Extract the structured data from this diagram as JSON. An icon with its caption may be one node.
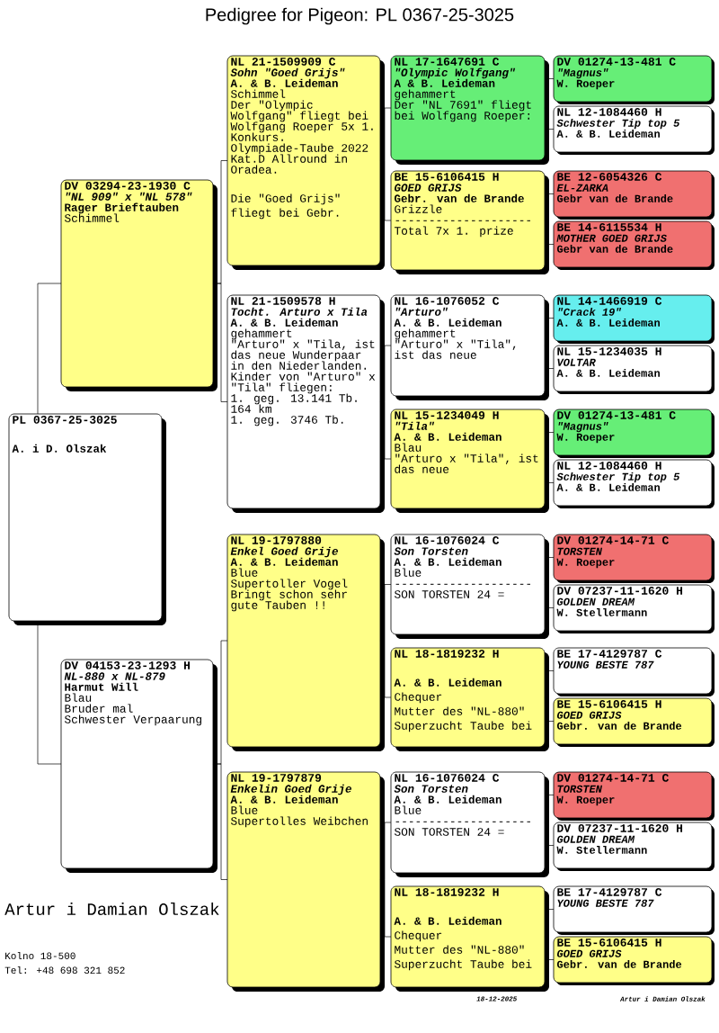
{
  "diagram": {
    "title": "Pedigree for Pigeon: PL 0367-25-3025",
    "nodes": [
      {
        "text": [
          "PL 0367-25-3025",
          "A. i D. Olszak"
        ]
      },
      {
        "text": [
          "DV 03294-23-1930 C",
          "\"NL 909\" x \"NL 578\"",
          "Rager Brieftauben",
          "Schimmel"
        ]
      },
      {
        "text": [
          "DV 04153-23-1293 H",
          "NL-880 x NL-879",
          "Harmut Will",
          "Blau",
          "Bruder mal",
          "Schwester Verpaarung"
        ]
      },
      {
        "text": [
          "NL 21-1509909 C",
          "Sohn \"Goed Grijs\"",
          "A. & B. Leideman",
          "Schimmel",
          "Der \"Olympic Wolfgang\" fliegt bei Wolfgang Roeper 5x 1. Konkurs. Olympiade-Taube 2022 Kat.D Allround in Oradea.",
          "Die \"Goed Grijs\" fliegt bei Gebr."
        ]
      },
      {
        "text": [
          "NL 21-1509578 H",
          "Tocht. Arturo x Tila",
          "A. & B. Leideman",
          "gehammert",
          "\"Arturo\" x \"Tila, ist das neue Wunderpaar in den Niederlanden.",
          "Kinder von \"Arturo\" x \"Tila\" fliegen:",
          "1. geg. 13.141 Tb. 164 km",
          "1. geg. 3746 Tb."
        ]
      },
      {
        "text": [
          "NL 19-1797880",
          "Enkel Goed Grije",
          "A. & B. Leideman",
          "Blue",
          "Supertoller Vogel",
          "Bringt schon sehr gute Tauben !!"
        ]
      },
      {
        "text": [
          "NL 19-1797879",
          "Enkelin Goed Grije",
          "A. & B. Leideman",
          "Blue",
          "Supertolles Weibchen"
        ]
      },
      {
        "text": [
          "NL 17-1647691 C",
          "\"Olympic Wolfgang\"",
          "A & B. Leideman",
          "gehammert",
          "Der \"NL 7691\" fliegt bei Wolfgang Roeper:"
        ]
      },
      {
        "text": [
          "BE 15-6106415 H",
          "GOED GRIJS",
          "Gebr. van de Brande",
          "Grizzle",
          "--------------------",
          "Total 7x 1. prize"
        ]
      },
      {
        "text": [
          "NL 16-1076052 C",
          "\"Arturo\"",
          "A. & B. Leideman",
          "gehammert",
          "\"Arturo\" x \"Tila\", ist das neue"
        ]
      },
      {
        "text": [
          "NL 15-1234049 H",
          "\"Tila\"",
          "A. & B. Leideman",
          "Blau",
          "\"Arturo x \"Tila\", ist das neue"
        ]
      },
      {
        "text": [
          "NL 16-1076024 C",
          "Son Torsten",
          "A. & B. Leideman",
          "Blue",
          "--------------------",
          "SON TORSTEN 24 ="
        ]
      },
      {
        "text": [
          "NL 18-1819232 H",
          "A. & B. Leideman",
          "Chequer",
          "Mutter des \"NL-880\" Superzucht Taube bei"
        ]
      },
      {
        "text": [
          "NL 16-1076024 C",
          "Son Torsten",
          "A. & B. Leideman",
          "Blue",
          "--------------------",
          "SON TORSTEN 24 ="
        ]
      },
      {
        "text": [
          "NL 18-1819232 H",
          "A. & B. Leideman",
          "Chequer",
          "Mutter des \"NL-880\" Superzucht Taube bei"
        ]
      },
      {
        "text": [
          "DV 01274-13-481 C",
          "\"Magnus\"",
          "W. Roeper"
        ]
      },
      {
        "text": [
          "NL 12-1084460 H",
          "Schwester Tip top 5",
          "A. & B. Leideman"
        ]
      },
      {
        "text": [
          "BE 12-6054326 C",
          "EL-ZARKA",
          "Gebr van de Brande"
        ]
      },
      {
        "text": [
          "BE 14-6115534 H",
          "MOTHER GOED GRIJS",
          "Gebr van de Brande"
        ]
      },
      {
        "text": [
          "NL 14-1466919 C",
          "\"Crack 19\"",
          "A. & B. Leideman"
        ]
      },
      {
        "text": [
          "NL 15-1234035 H",
          "VOLTAR",
          "A. & B. Leideman"
        ]
      },
      {
        "text": [
          "DV 01274-13-481 C",
          "\"Magnus\"",
          "W. Roeper"
        ]
      },
      {
        "text": [
          "NL 12-1084460 H",
          "Schwester Tip top 5",
          "A. & B. Leideman"
        ]
      },
      {
        "text": [
          "DV 01274-14-71 C",
          "TORSTEN",
          "W. Roeper"
        ]
      },
      {
        "text": [
          "DV 07237-11-1620 H",
          "GOLDEN DREAM",
          "W. Stellermann"
        ]
      },
      {
        "text": [
          "BE 17-4129787 C",
          "YOUNG BESTE 787"
        ]
      },
      {
        "text": [
          "BE 15-6106415 H",
          "GOED GRIJS",
          "Gebr. van de Brande"
        ]
      },
      {
        "text": [
          "DV 01274-14-71 C",
          "TORSTEN",
          "W. Roeper"
        ]
      },
      {
        "text": [
          "DV 07237-11-1620 H",
          "GOLDEN DREAM",
          "W. Stellermann"
        ]
      },
      {
        "text": [
          "BE 17-4129787 C",
          "YOUNG BESTE 787"
        ]
      },
      {
        "text": [
          "BE 15-6106415 H",
          "GOED GRIJS",
          "Gebr. van de Brande"
        ]
      }
    ],
    "edges": [
      {
        "from": 0,
        "to": 1,
        "arrow": "none"
      },
      {
        "from": 0,
        "to": 2,
        "arrow": "none"
      },
      {
        "from": 1,
        "to": 3,
        "arrow": "none"
      },
      {
        "from": 1,
        "to": 4,
        "arrow": "none"
      },
      {
        "from": 2,
        "to": 5,
        "arrow": "none"
      },
      {
        "from": 2,
        "to": 6,
        "arrow": "none"
      },
      {
        "from": 3,
        "to": 7,
        "arrow": "none"
      },
      {
        "from": 3,
        "to": 8,
        "arrow": "none"
      },
      {
        "from": 4,
        "to": 9,
        "arrow": "none"
      },
      {
        "from": 4,
        "to": 10,
        "arrow": "none"
      },
      {
        "from": 5,
        "to": 11,
        "arrow": "none"
      },
      {
        "from": 5,
        "to": 12,
        "arrow": "none"
      },
      {
        "from": 6,
        "to": 13,
        "arrow": "none"
      },
      {
        "from": 6,
        "to": 14,
        "arrow": "none"
      },
      {
        "from": 7,
        "to": 15,
        "arrow": "none"
      },
      {
        "from": 7,
        "to": 16,
        "arrow": "none"
      },
      {
        "from": 8,
        "to": 17,
        "arrow": "none"
      },
      {
        "from": 8,
        "to": 18,
        "arrow": "none"
      },
      {
        "from": 9,
        "to": 19,
        "arrow": "none"
      },
      {
        "from": 9,
        "to": 20,
        "arrow": "none"
      },
      {
        "from": 10,
        "to": 21,
        "arrow": "none"
      },
      {
        "from": 10,
        "to": 22,
        "arrow": "none"
      },
      {
        "from": 11,
        "to": 23,
        "arrow": "none"
      },
      {
        "from": 11,
        "to": 24,
        "arrow": "none"
      },
      {
        "from": 12,
        "to": 25,
        "arrow": "none"
      },
      {
        "from": 12,
        "to": 26,
        "arrow": "none"
      },
      {
        "from": 13,
        "to": 27,
        "arrow": "none"
      },
      {
        "from": 13,
        "to": 28,
        "arrow": "none"
      },
      {
        "from": 14,
        "to": 29,
        "arrow": "none"
      },
      {
        "from": 14,
        "to": 30,
        "arrow": "none"
      }
    ],
    "labels": [
      "Artur i Damian Olszak",
      "Kolno 18-500",
      "Tel: +48 698 321 852",
      "18-12-2025",
      "Artur i Damian Olszak"
    ]
  }
}
